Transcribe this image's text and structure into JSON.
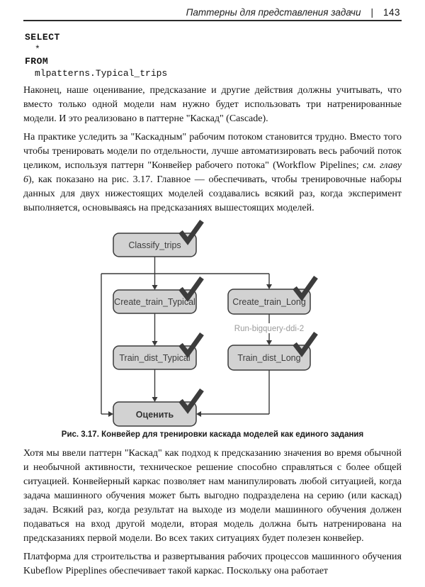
{
  "header": {
    "title": "Паттерны для представления задачи",
    "separator": "|",
    "page_number": "143"
  },
  "code": {
    "line1": "SELECT",
    "line2": "*",
    "line3": "FROM",
    "line4": "mlpatterns.Typical_trips"
  },
  "paragraphs": {
    "p1": "Наконец, наше оценивание, предсказание и другие действия должны учитывать, что вместо только одной модели нам нужно будет использовать три натренированные модели. И это реализовано в паттерне \"Каскад\" (Cascade).",
    "p2_before": "На практике уследить за \"Каскадным\" рабочим потоком становится трудно. Вместо того чтобы тренировать модели по отдельности, лучше автоматизировать весь рабочий поток целиком, используя паттерн \"Конвейер рабочего потока\" (Workflow Pipelines; ",
    "p2_italic": "см. главу 6",
    "p2_after": "), как показано на рис. 3.17. Главное — обеспечивать, чтобы тренировочные наборы данных для двух нижестоящих моделей создавались всякий раз, когда эксперимент выполняется, основываясь на предсказаниях вышестоящих моделей.",
    "p3": "Хотя мы ввели паттерн \"Каскад\" как подход к предсказанию значения во время обычной и необычной активности, техническое решение способно справляться с более общей ситуацией. Конвейерный каркас позволяет нам манипулировать любой ситуацией, когда задача машинного обучения может быть выгодно подразделена на серию (или каскад) задач. Всякий раз, когда результат на выходе из модели машинного обучения должен подаваться на вход другой модели, вторая модель должна быть натренирована на предсказаниях первой модели. Во всех таких ситуациях будет полезен конвейер.",
    "p4": "Платформа для строительства и развертывания рабочих процессов машинного обучения Kubeflow Pipeplines обеспечивает такой каркас. Поскольку она работает"
  },
  "figure": {
    "caption_label": "Рис. 3.17.",
    "caption_text": "Конвейер для тренировки каскада моделей как единого задания",
    "edge_label": "Run-bigquery-ddi-2",
    "nodes": {
      "classify": "Classify_trips",
      "create_typical": "Create_train_Typical",
      "create_long": "Create_train_Long",
      "train_typical": "Train_dist_Typical",
      "train_long": "Train_dist_Long",
      "evaluate": "Оценить"
    },
    "colors": {
      "box_fill": "#d2d2d2",
      "box_border": "#3a3a3a",
      "line": "#3a3a3a",
      "checkmark": "#3c3c3c",
      "edge_label_text": "#9b9b9b"
    }
  }
}
